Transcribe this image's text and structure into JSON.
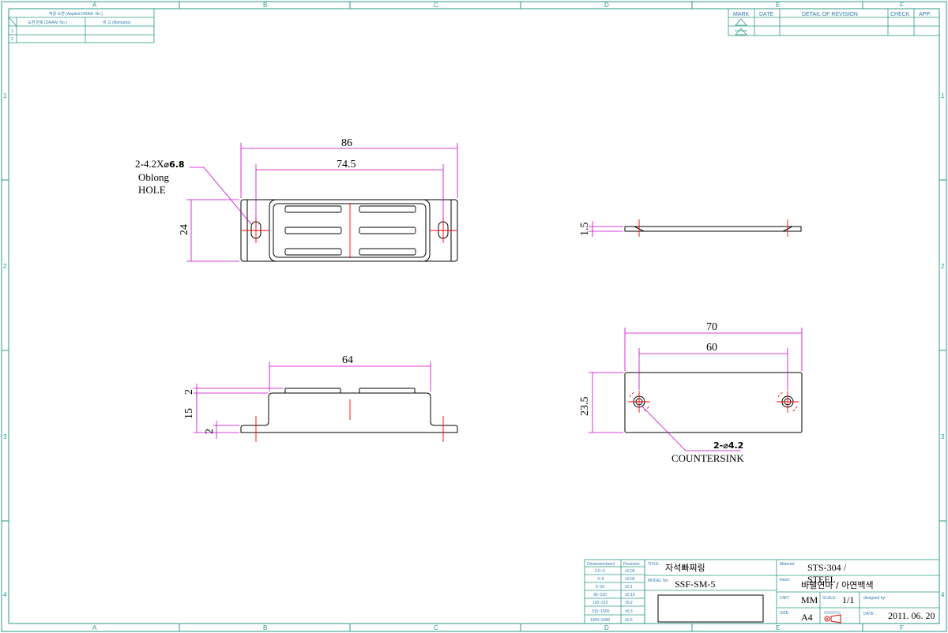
{
  "zones": {
    "columns": [
      "A",
      "B",
      "C",
      "D",
      "E",
      "F"
    ],
    "rows": [
      "1",
      "2",
      "3",
      "4"
    ]
  },
  "applied_drawing_table": {
    "title": "적용 도면 (Applied DRAW. No.)",
    "col_drawing_no": "도면 번호 (DRAW. No.)",
    "col_remarks": "비 고 (Remarks)",
    "rows": [
      "1",
      "2"
    ]
  },
  "revision_table": {
    "headers": [
      "MARK",
      "DATE",
      "DETAIL OF REVISION",
      "CHECK",
      "APP."
    ]
  },
  "views": {
    "top": {
      "dims": {
        "overall_length": "86",
        "hole_pitch": "74.5",
        "height": "24"
      },
      "note": {
        "line1": "2-4.2X",
        "line1_dia": "⌀6.8",
        "line2": "Oblong",
        "line3": "HOLE"
      }
    },
    "right_side": {
      "dims": {
        "thickness": "1.5"
      }
    },
    "front": {
      "dims": {
        "width": "64",
        "top_step": "2",
        "height": "15",
        "base": "2"
      }
    },
    "plate": {
      "dims": {
        "length": "70",
        "hole_pitch": "60",
        "height": "23.5"
      },
      "note": {
        "line1": "2-⌀4.2",
        "line2": "COUNTERSINK"
      }
    }
  },
  "tolerance_table": {
    "headers": [
      "Dimension(mm)",
      "Precision"
    ],
    "rows": [
      [
        "0.5~3",
        "±0.05"
      ],
      [
        "3~6",
        "±0.05"
      ],
      [
        "6~30",
        "±0.1"
      ],
      [
        "30~120",
        "±0.15"
      ],
      [
        "120~315",
        "±0.2"
      ],
      [
        "315~1000",
        "±0.3"
      ],
      [
        "1000~2000",
        "±0.5"
      ]
    ]
  },
  "title_block": {
    "title_label": "TITLE:",
    "title_value": "자석빠찌링",
    "model_label": "MODEL No.",
    "model_value": "SSF-SM-5",
    "material_label": "Material:",
    "material_value_1": "STS-304 /",
    "material_value_2": "STEEL",
    "finish_label": "finish:",
    "finish_value": "바렐연마 / 아연백색",
    "unit_label": "UNIT:",
    "unit_value": "MM",
    "scale_label": "SCALE:",
    "scale_value": "1/1",
    "designed_label": "designed by:",
    "size_label": "SIZE:",
    "size_value": "A4",
    "date_label": "DATE :",
    "date_value": "2011. 06. 20"
  }
}
